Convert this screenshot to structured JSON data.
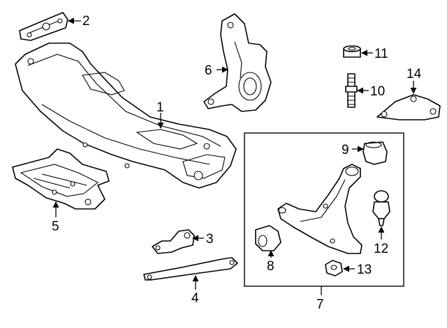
{
  "diagram": {
    "callouts": {
      "c1": "1",
      "c2": "2",
      "c3": "3",
      "c4": "4",
      "c5": "5",
      "c6": "6",
      "c7": "7",
      "c8": "8",
      "c9": "9",
      "c10": "10",
      "c11": "11",
      "c12": "12",
      "c13": "13",
      "c14": "14"
    },
    "parts": {
      "p1": "crossmember",
      "p2": "bracket",
      "p3": "bracket",
      "p4": "support bar",
      "p5": "under cover",
      "p6": "steering knuckle",
      "p7": "control arm assembly",
      "p8": "bushing",
      "p9": "bushing",
      "p10": "stud bolt",
      "p11": "nut",
      "p12": "ball joint",
      "p13": "nut",
      "p14": "plate"
    }
  }
}
